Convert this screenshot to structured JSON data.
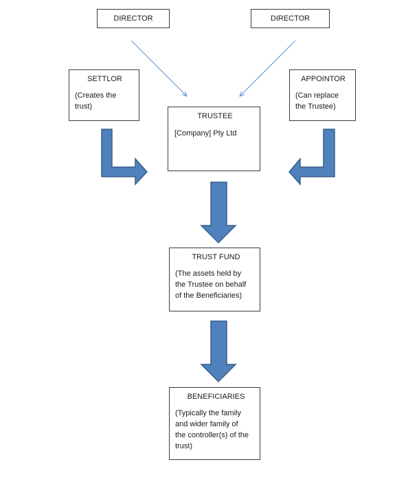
{
  "colors": {
    "block_arrow_fill": "#4f81bd",
    "block_arrow_stroke": "#385d8a",
    "thin_arrow": "#5b8fd0",
    "box_border": "#3a3a3a"
  },
  "boxes": {
    "director_left": {
      "title": "DIRECTOR"
    },
    "director_right": {
      "title": "DIRECTOR"
    },
    "settlor": {
      "title": "SETTLOR",
      "desc": "(Creates the\ntrust)"
    },
    "appointor": {
      "title": "APPOINTOR",
      "desc": "(Can replace\nthe Trustee)"
    },
    "trustee": {
      "title": "TRUSTEE",
      "desc": "[Company] Pty Ltd"
    },
    "trust_fund": {
      "title": "TRUST FUND",
      "desc": "(The assets held by\nthe Trustee on behalf\nof the Beneficiaries)"
    },
    "beneficiaries": {
      "title": "BENEFICIARIES",
      "desc": "(Typically the family\nand wider family of\nthe controller(s) of the\ntrust)"
    }
  }
}
